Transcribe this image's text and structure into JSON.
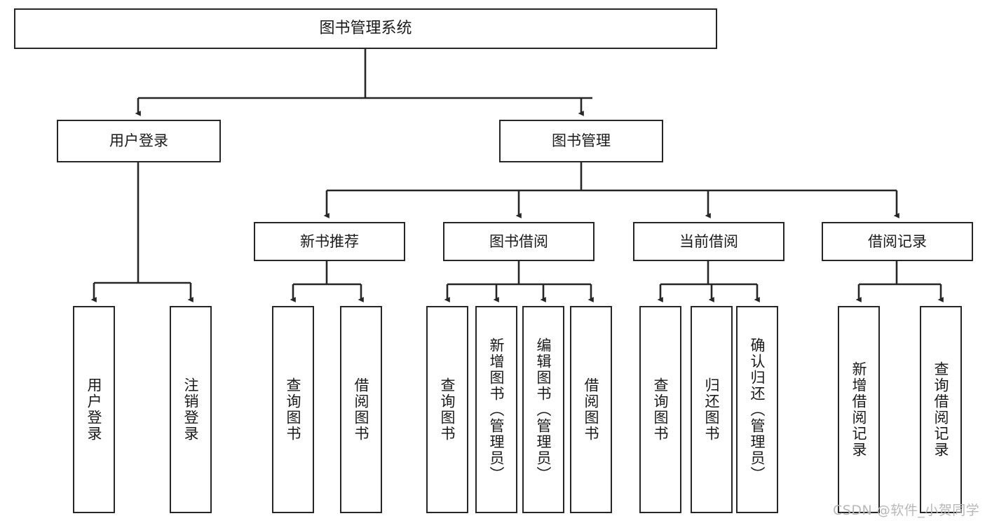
{
  "diagram": {
    "type": "hierarchy-tree",
    "title": "图书管理系统",
    "watermark": "CSDN @软件_小贺同学",
    "colors": {
      "box_border": "#262626",
      "box_fill": "#ffffff",
      "connector": "#262626",
      "text": "#1a1a1a",
      "watermark": "#b8b8b8"
    },
    "root": {
      "label": "图书管理系统"
    },
    "level2": [
      {
        "label": "用户登录"
      },
      {
        "label": "图书管理"
      }
    ],
    "level3": [
      {
        "label": "新书推荐"
      },
      {
        "label": "图书借阅"
      },
      {
        "label": "当前借阅"
      },
      {
        "label": "借阅记录"
      }
    ],
    "leaves": {
      "user_login": [
        {
          "label": "用户登录"
        },
        {
          "label": "注销登录"
        }
      ],
      "new_book_recommend": [
        {
          "label": "查询图书"
        },
        {
          "label": "借阅图书"
        }
      ],
      "book_borrow": [
        {
          "label": "查询图书"
        },
        {
          "label": "新增图书（管理员）"
        },
        {
          "label": "编辑图书（管理员）"
        },
        {
          "label": "借阅图书"
        }
      ],
      "current_borrow": [
        {
          "label": "查询图书"
        },
        {
          "label": "归还图书"
        },
        {
          "label": "确认归还（管理员）"
        }
      ],
      "borrow_record": [
        {
          "label": "新增借阅记录"
        },
        {
          "label": "查询借阅记录"
        }
      ]
    }
  }
}
